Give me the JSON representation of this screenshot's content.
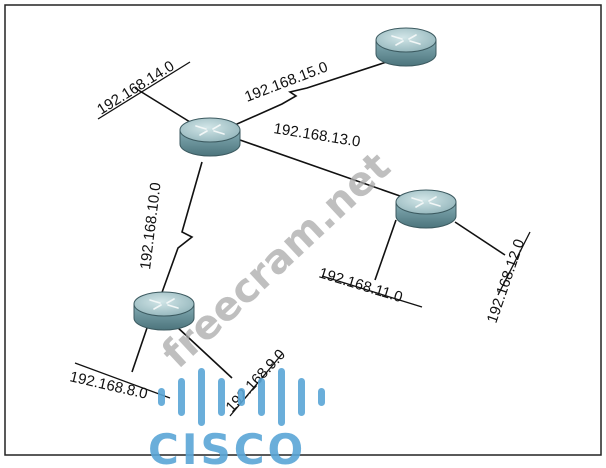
{
  "networks": {
    "n14": "192.168.14.0",
    "n15": "192.168.15.0",
    "n13": "192.168.13.0",
    "n10": "192.168.10.0",
    "n12": "192.168.12.0",
    "n11": "192.168.11.0",
    "n8": "192.168.8.0",
    "n9": "192.168.9.0"
  },
  "watermarks": {
    "site": "freecram.net",
    "brand": "CISCO"
  },
  "colors": {
    "line": "#111111",
    "router_body": "#6f9aa3",
    "router_top": "#a9c8cd",
    "watermark_text": "#a9a9a9",
    "cisco_blue": "#5aa5d6"
  }
}
